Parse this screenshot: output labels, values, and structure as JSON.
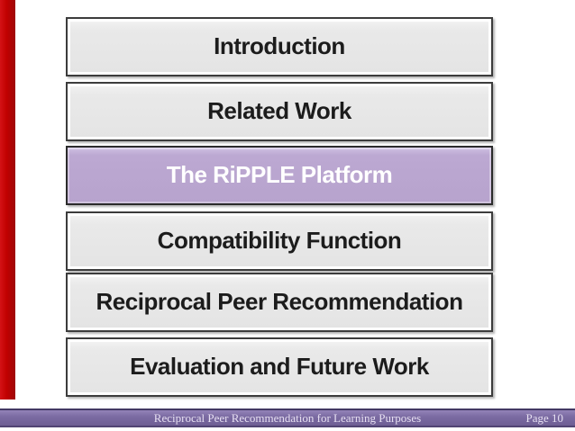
{
  "outline": {
    "items": [
      {
        "label": "Introduction",
        "highlighted": false
      },
      {
        "label": "Related Work",
        "highlighted": false
      },
      {
        "label": "The RiPPLE Platform",
        "highlighted": true
      },
      {
        "label": "Compatibility Function",
        "highlighted": false
      },
      {
        "label": "Reciprocal Peer Recommendation",
        "highlighted": false
      },
      {
        "label": "Evaluation and Future Work",
        "highlighted": false
      }
    ]
  },
  "footer": {
    "title": "Reciprocal Peer Recommendation for Learning Purposes",
    "page_label": "Page 10"
  },
  "colors": {
    "accent_bar": "#C00000",
    "item_fill": "#E8E8E8",
    "item_border": "#3C3C3C",
    "item_text": "#1C1C1C",
    "highlight_fill": "#BCA8D2",
    "highlight_text": "#FFFFFF",
    "footer_fill": "#73639A",
    "footer_text": "#E7E0F2"
  }
}
